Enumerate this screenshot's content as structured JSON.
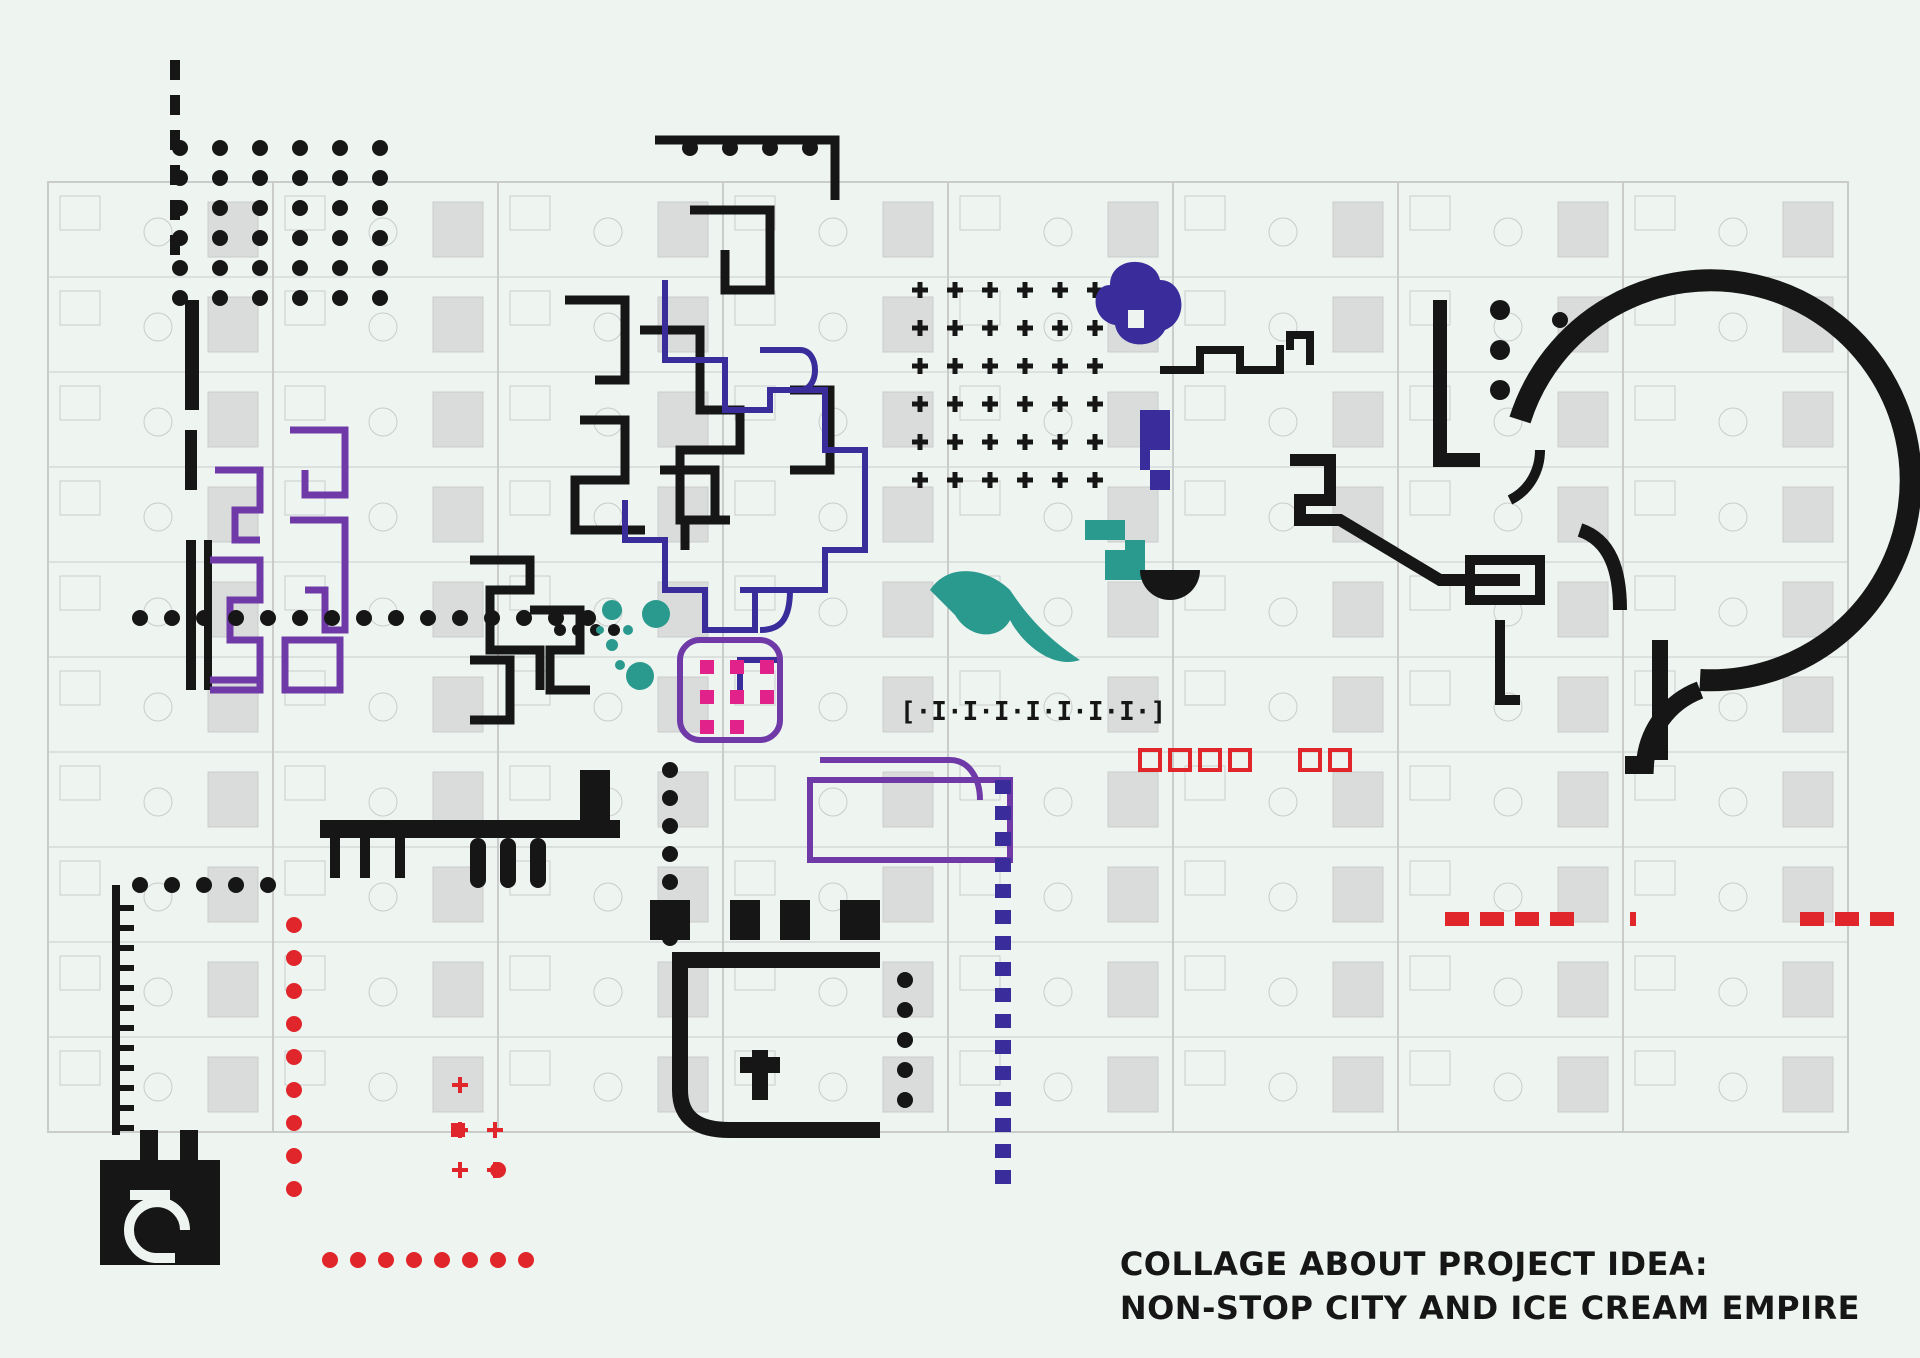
{
  "caption": {
    "line1": "COLLAGE ABOUT PROJECT IDEA:",
    "line2": "NON-STOP CITY AND ICE CREAM EMPIRE"
  },
  "colors": {
    "background": "#eef5f1",
    "grid": "#c9cccb",
    "ink": "#161616",
    "purple": "#6f3aa8",
    "blue": "#3a2c9a",
    "teal": "#2a9a8e",
    "red": "#e0262a",
    "magenta": "#e0228a"
  },
  "labels": {
    "ticked_frame": "[·I·I·I·I·I·I·I·]"
  }
}
